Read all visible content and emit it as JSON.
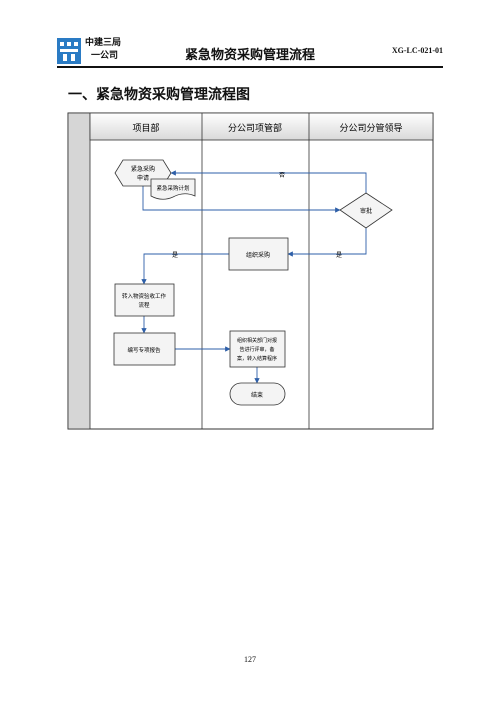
{
  "header": {
    "company_line1": "中建三局",
    "company_line2": "一公司",
    "doc_title": "紧急物资采购管理流程",
    "doc_code": "XG-LC-021-01"
  },
  "section": {
    "title": "一、紧急物资采购管理流程图"
  },
  "flowchart": {
    "lanes": [
      "项目部",
      "分公司项管部",
      "分公司分管领导"
    ],
    "nodes": {
      "request_line1": "紧急采购",
      "request_line2": "申请",
      "plan_doc": "紧急采购计划",
      "approve": "审批",
      "organize": "组织采购",
      "transfer_line1": "转入物资验收工作",
      "transfer_line2": "流程",
      "report": "编写专项报告",
      "review_line1": "组织相关部门对报",
      "review_line2": "告进行评审，备",
      "review_line3": "案，转入结算程序",
      "end": "结束"
    },
    "edge_labels": {
      "no": "否",
      "yes_to_organize": "是",
      "yes_to_transfer": "是"
    }
  },
  "footer": {
    "page_number": "127"
  }
}
